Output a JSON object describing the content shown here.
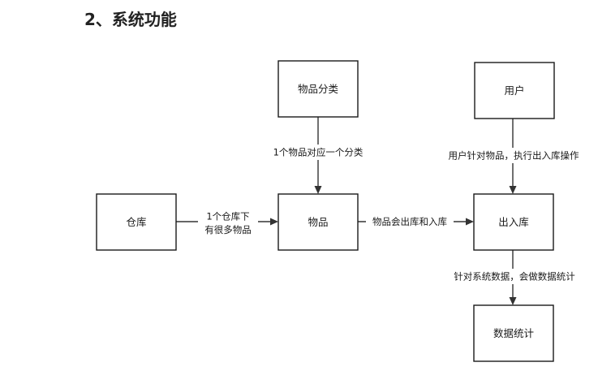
{
  "page": {
    "heading": "2、系统功能"
  },
  "diagram": {
    "nodes": {
      "category": "物品分类",
      "user": "用户",
      "warehouse": "仓库",
      "item": "物品",
      "stock": "出入库",
      "stats": "数据统计"
    },
    "edges": {
      "category_to_item": [
        "1个物品对应一个分类"
      ],
      "user_to_stock": [
        "用户针对物品，执行出入库操作"
      ],
      "warehouse_to_item": [
        "1个仓库下",
        "有很多物品"
      ],
      "item_to_stock": [
        "物品会出库和入库"
      ],
      "stock_to_stats": [
        "针对系统数据，会做数据统计"
      ]
    }
  }
}
